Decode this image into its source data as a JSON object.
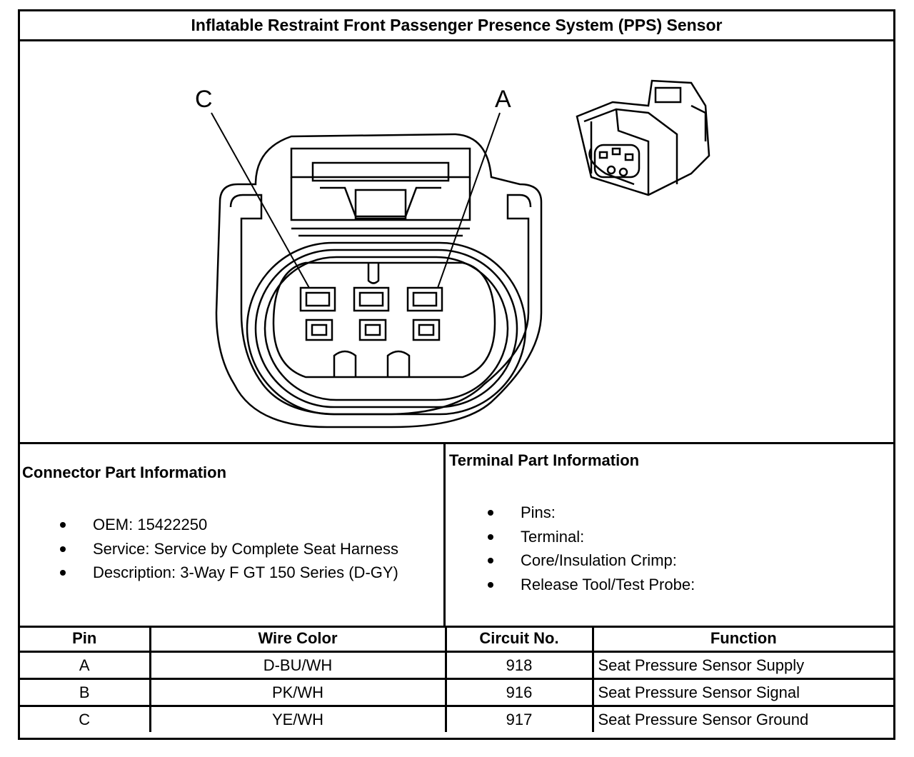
{
  "title": "Inflatable Restraint Front Passenger Presence System (PPS) Sensor",
  "diagram": {
    "callouts": [
      "C",
      "A"
    ]
  },
  "connector_info": {
    "heading": "Connector Part Information",
    "items": [
      "OEM: 15422250",
      "Service: Service by Complete Seat Harness",
      "Description: 3-Way F GT 150 Series (D-GY)"
    ]
  },
  "terminal_info": {
    "heading": "Terminal Part Information",
    "items": [
      "Pins:",
      "Terminal:",
      "Core/Insulation Crimp:",
      "Release Tool/Test Probe:"
    ]
  },
  "pin_table": {
    "headers": [
      "Pin",
      "Wire Color",
      "Circuit No.",
      "Function"
    ],
    "rows": [
      [
        "A",
        "D-BU/WH",
        "918",
        "Seat Pressure Sensor Supply"
      ],
      [
        "B",
        "PK/WH",
        "916",
        "Seat Pressure Sensor Signal"
      ],
      [
        "C",
        "YE/WH",
        "917",
        "Seat Pressure Sensor Ground"
      ]
    ]
  }
}
